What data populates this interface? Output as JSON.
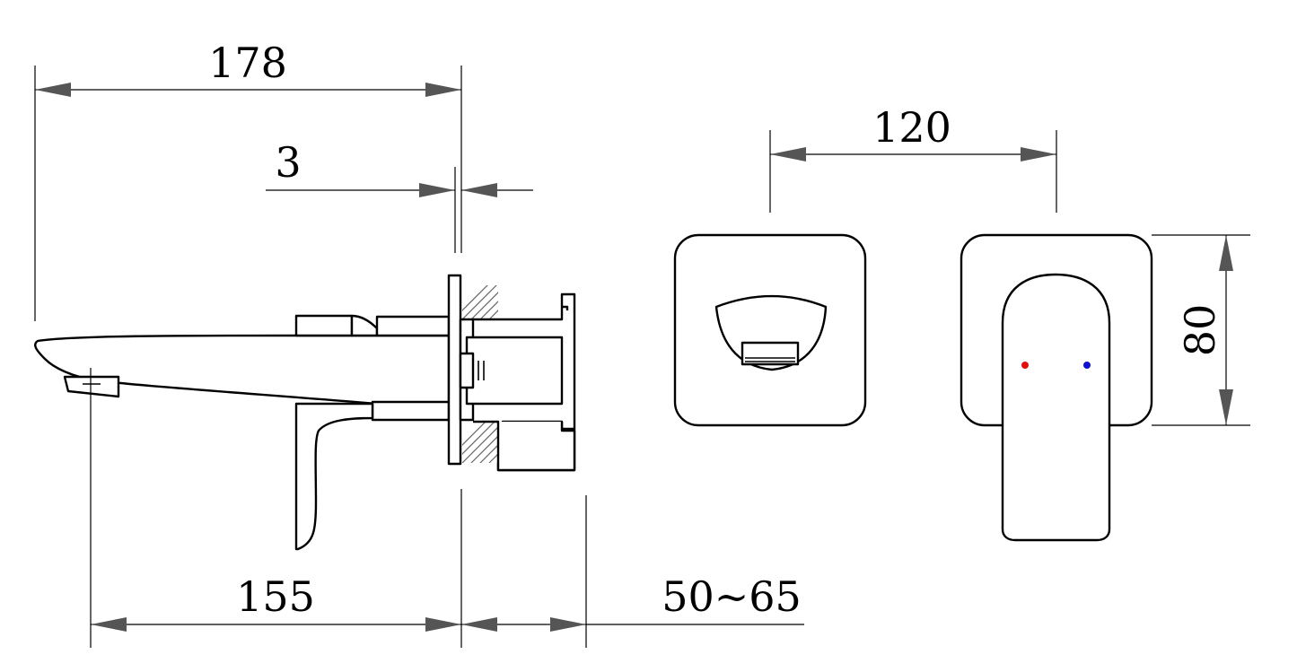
{
  "dimensions": {
    "overall_length": "178",
    "wall_plate_thickness": "3",
    "spout_reach": "155",
    "wall_depth_range": "50~65",
    "center_distance": "120",
    "plate_height": "80"
  },
  "colors": {
    "hot_indicator": "#e01010",
    "cold_indicator": "#1010d0",
    "arrow_fill": "#555555",
    "hatch": "#666666"
  }
}
